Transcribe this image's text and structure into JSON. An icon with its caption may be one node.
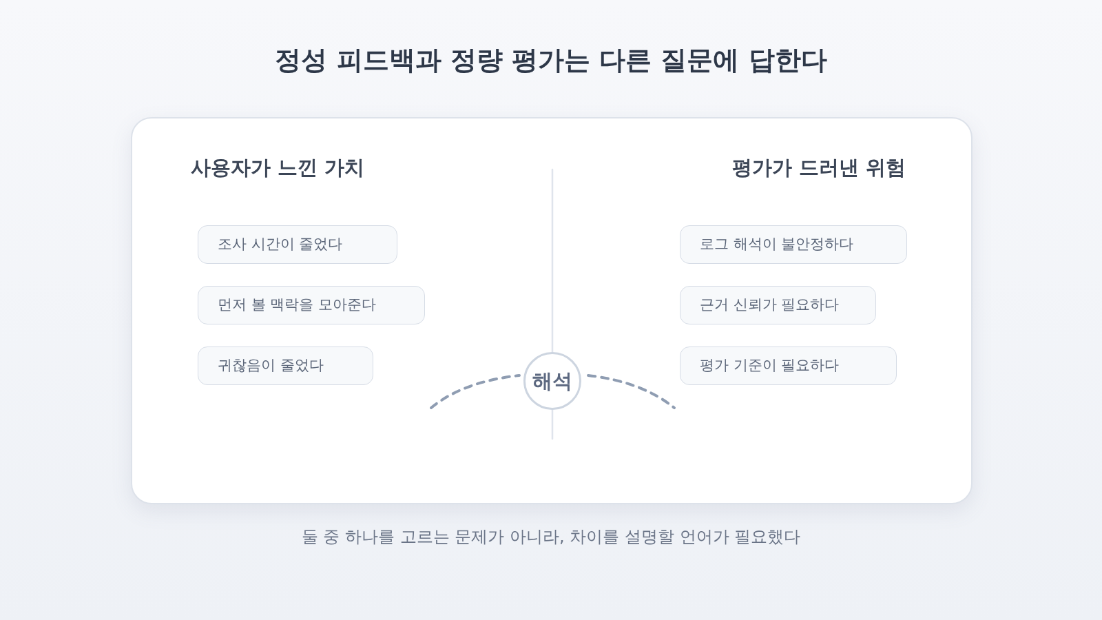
{
  "diagram": {
    "title": "정성 피드백과 정량 평가는 다른 질문에 답한다",
    "caption": "둘 중 하나를 고르는 문제가 아니라, 차이를 설명할 언어가 필요했다",
    "nodes": [
      {
        "text": [],
        "shape": "box"
      },
      {
        "text": [
          "조사 시간이 줄었다"
        ],
        "in": 0
      },
      {
        "text": [
          "먼저 볼 맥락을 모아준다"
        ],
        "in": 0
      },
      {
        "text": [
          "귀찮음이 줄었다"
        ],
        "in": 0
      },
      {
        "text": [
          "로그 해석이 불안정하다"
        ],
        "in": 0
      },
      {
        "text": [
          "근거 신뢰가 필요하다"
        ],
        "in": 0
      },
      {
        "text": [
          "평가 기준이 필요하다"
        ],
        "in": 0
      },
      {
        "text": [
          "해석"
        ],
        "in": 0
      }
    ],
    "edges": [],
    "labels": [
      "사용자가 느낀 가치",
      "평가가 드러낸 위험"
    ]
  }
}
